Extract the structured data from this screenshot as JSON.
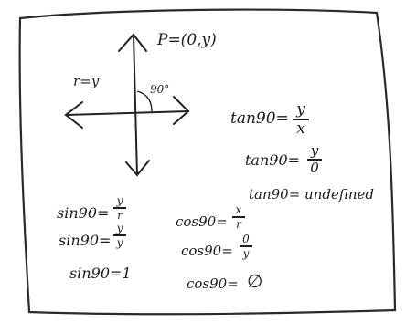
{
  "point_label": "P=(0,y)",
  "radius_label": "r=y",
  "angle_label": "90°",
  "tan": {
    "lhs": "tan90=",
    "step1": {
      "num": "y",
      "den": "x"
    },
    "step2": {
      "num": "y",
      "den": "0"
    },
    "result": "tan90= undefined"
  },
  "sin": {
    "lhs": "sin90=",
    "step1": {
      "num": "y",
      "den": "r"
    },
    "step2": {
      "num": "y",
      "den": "y"
    },
    "result": "sin90=1"
  },
  "cos": {
    "lhs": "cos90=",
    "step1": {
      "num": "x",
      "den": "r"
    },
    "step2": {
      "num": "0",
      "den": "y"
    },
    "result": "cos90=",
    "result_symbol": "∅"
  }
}
